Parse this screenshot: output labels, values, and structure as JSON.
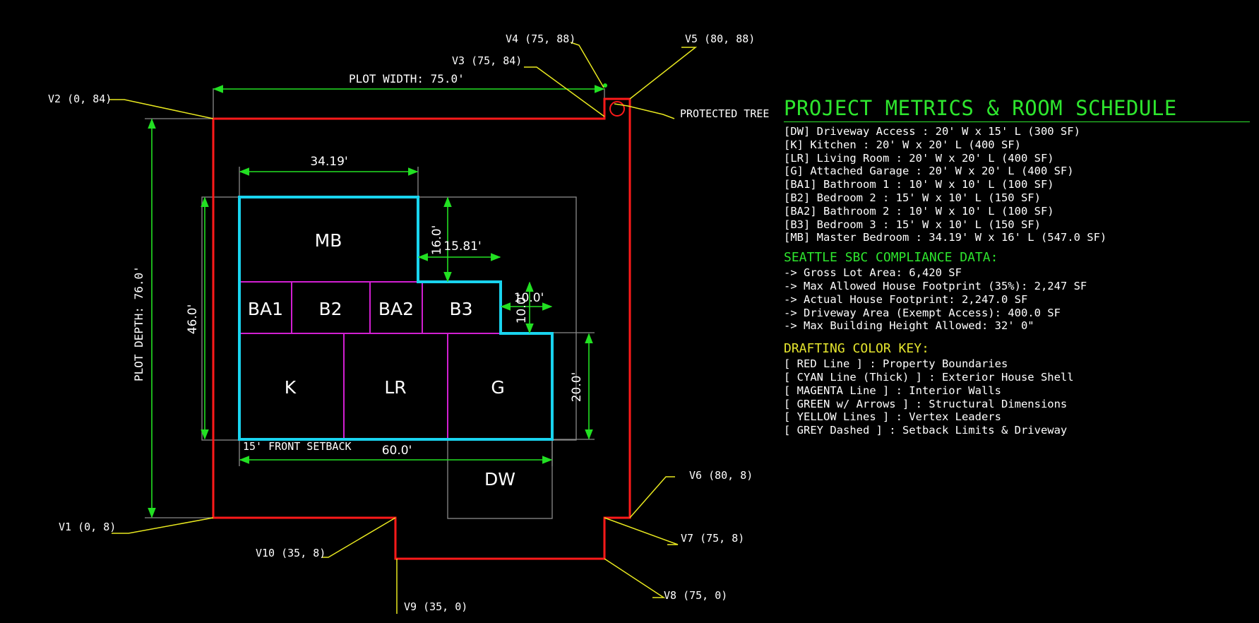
{
  "drawing": {
    "plot_width_label": "PLOT WIDTH: 75.0'",
    "plot_depth_label": "PLOT DEPTH: 76.0'",
    "protected_tree_label": "PROTECTED TREE",
    "front_setback_label": "15' FRONT SETBACK",
    "rooms": {
      "mb": "MB",
      "ba1": "BA1",
      "b2": "B2",
      "ba2": "BA2",
      "b3": "B3",
      "k": "K",
      "lr": "LR",
      "g": "G",
      "dw": "DW"
    },
    "dimensions": {
      "d_34_19": "34.19'",
      "d_46": "46.0'",
      "d_16": "16.0'",
      "d_15_81": "15.81'",
      "d_10a": "10.0'",
      "d_10b": "10.0'",
      "d_20": "20.0'",
      "d_60": "60.0'"
    },
    "vertices": {
      "v1": "V1 (0, 8)",
      "v2": "V2 (0, 84)",
      "v3": "V3 (75, 84)",
      "v4": "V4 (75, 88)",
      "v5": "V5 (80, 88)",
      "v6": "V6 (80, 8)",
      "v7": "V7 (75, 8)",
      "v8": "V8 (75, 0)",
      "v9": "V9 (35, 0)",
      "v10": "V10 (35, 8)"
    }
  },
  "colors": {
    "property": "#ff1a1a",
    "shell": "#19d4ef",
    "interior": "#d21fd2",
    "dimension": "#22e022",
    "leader": "#e8e81f",
    "setback": "#8a8a8a"
  },
  "panel": {
    "title": "PROJECT METRICS & ROOM SCHEDULE",
    "rooms": [
      "[DW] Driveway Access : 20' W x 15' L (300 SF)",
      "[K] Kitchen : 20' W x 20' L (400 SF)",
      "[LR] Living Room : 20' W x 20' L (400 SF)",
      "[G] Attached Garage : 20' W x 20' L (400 SF)",
      "[BA1] Bathroom 1 : 10' W x 10' L (100 SF)",
      "[B2] Bedroom 2 : 15' W x 10' L (150 SF)",
      "[BA2] Bathroom 2 : 10' W x 10' L (100 SF)",
      "[B3] Bedroom 3 : 15' W x 10' L (150 SF)",
      "[MB] Master Bedroom : 34.19' W x 16' L (547.0 SF)"
    ],
    "compliance_title": "SEATTLE SBC COMPLIANCE DATA:",
    "compliance": [
      "-> Gross Lot Area: 6,420 SF",
      "-> Max Allowed House Footprint (35%): 2,247 SF",
      "-> Actual House Footprint: 2,247.0 SF",
      "-> Driveway Area (Exempt Access): 400.0 SF",
      "-> Max Building Height Allowed: 32' 0\""
    ],
    "key_title": "DRAFTING COLOR KEY:",
    "key": [
      "[ RED Line ] : Property Boundaries",
      "[ CYAN Line (Thick) ] : Exterior House Shell",
      "[ MAGENTA Line ] : Interior Walls",
      "[ GREEN w/ Arrows ] : Structural Dimensions",
      "[ YELLOW Lines ] : Vertex Leaders",
      "[ GREY Dashed ] : Setback Limits & Driveway"
    ]
  }
}
